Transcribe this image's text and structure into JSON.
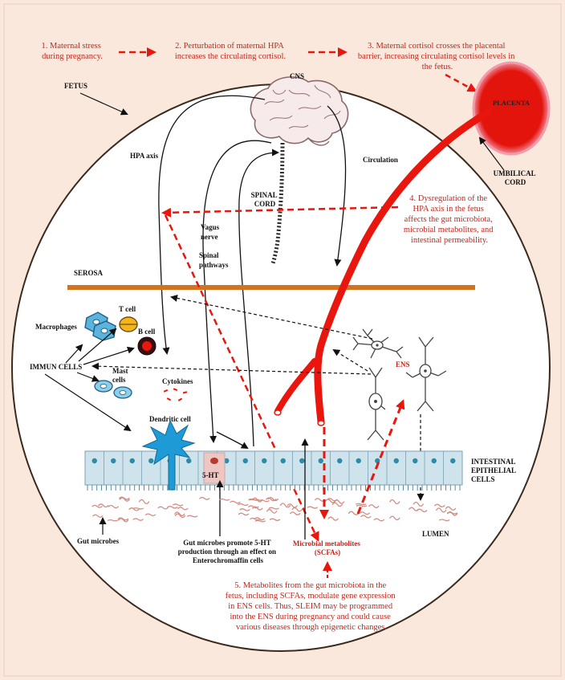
{
  "steps": {
    "s1": [
      "1. Maternal stress",
      "during pregnancy."
    ],
    "s2": [
      "2. Perturbation of maternal HPA",
      "increases the circulating cortisol."
    ],
    "s3": [
      "3. Maternal cortisol crosses the placental",
      "barrier, increasing circulating cortisol levels in",
      "the fetus."
    ],
    "s4": [
      "4. Dysregulation of the",
      "HPA axis in the fetus",
      "affects the gut microbiota,",
      "microbial metabolites, and",
      "intestinal permeability."
    ],
    "s5": [
      "5. Metabolites from the gut microbiota in the",
      "fetus, including SCFAs, modulate gene expression",
      "in ENS cells. Thus, SLEIM may be programmed",
      "into the ENS during pregnancy and could cause",
      "various diseases through epigenetic changes."
    ]
  },
  "labels": {
    "fetus": "FETUS",
    "cns": "CNS",
    "placenta": "PLACENTA",
    "umbilical_cord": [
      "UMBILICAL",
      "CORD"
    ],
    "hpa_axis": "HPA axis",
    "circulation": "Circulation",
    "spinal_cord": [
      "SPINAL",
      "CORD"
    ],
    "vagus_nerve": [
      "Vagus",
      "nerve"
    ],
    "spinal_pathways": [
      "Spinal",
      "pathways"
    ],
    "serosa": "SEROSA",
    "t_cell": "T cell",
    "b_cell": "B cell",
    "macrophages": "Macrophages",
    "immune_cells": "IMMUN CELLS",
    "mast_cells": [
      "Mast",
      "cells"
    ],
    "cytokines": "Cytokines",
    "dendritic_cell": "Dendritic cell",
    "ens": "ENS",
    "five_ht": "5-HT",
    "intestinal_epithelial_cells": [
      "INTESTINAL",
      "EPITHELIAL",
      "CELLS"
    ],
    "gut_microbes": "Gut microbes",
    "gut_microbes_note": [
      "Gut microbes promote 5-HT",
      "production through an effect on",
      "Enterochromaffin cells"
    ],
    "microbial_metabolites": [
      "Microbial metabolites",
      "(SCFAs)"
    ],
    "lumen": "LUMEN"
  },
  "colors": {
    "background": "#fbe8dd",
    "red": "#e8160c",
    "step_text": "#c0281e",
    "serosa": "#d2731d",
    "epithelium": "#cfe3ec",
    "nucleus": "#2a8ca8",
    "immune_blue": "#5cb4dd"
  }
}
